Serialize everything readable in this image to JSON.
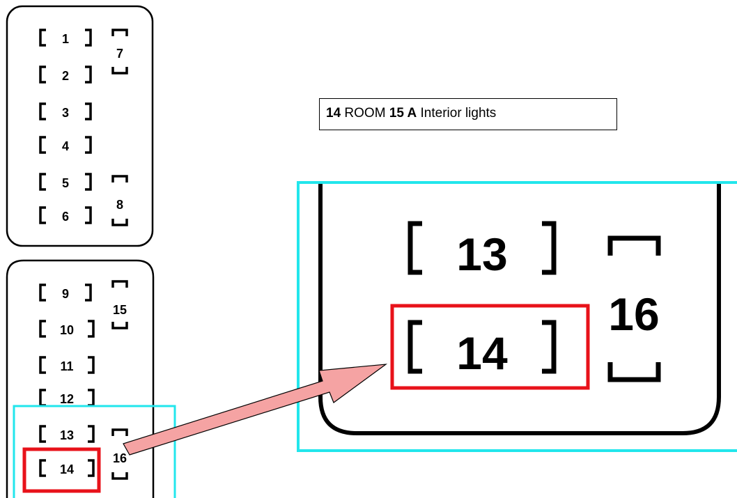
{
  "caption": {
    "fuse_number": "14",
    "fuse_name": "ROOM",
    "rating": "15 A",
    "description": "Interior lights"
  },
  "upper_box": {
    "fuses": [
      "1",
      "2",
      "3",
      "4",
      "5",
      "6"
    ],
    "tall_fuses": [
      "7",
      "8"
    ]
  },
  "lower_box": {
    "fuses": [
      "9",
      "10",
      "11",
      "12",
      "13",
      "14"
    ],
    "tall_fuses": [
      "15",
      "16"
    ]
  },
  "zoom": {
    "fuses": [
      "13",
      "14"
    ],
    "tall_fuse": "16"
  },
  "highlighted_fuse": "14",
  "colors": {
    "highlight": "#e8121a",
    "zoom_frame": "#22e6ec",
    "arrow_fill": "#f5a3a3"
  }
}
